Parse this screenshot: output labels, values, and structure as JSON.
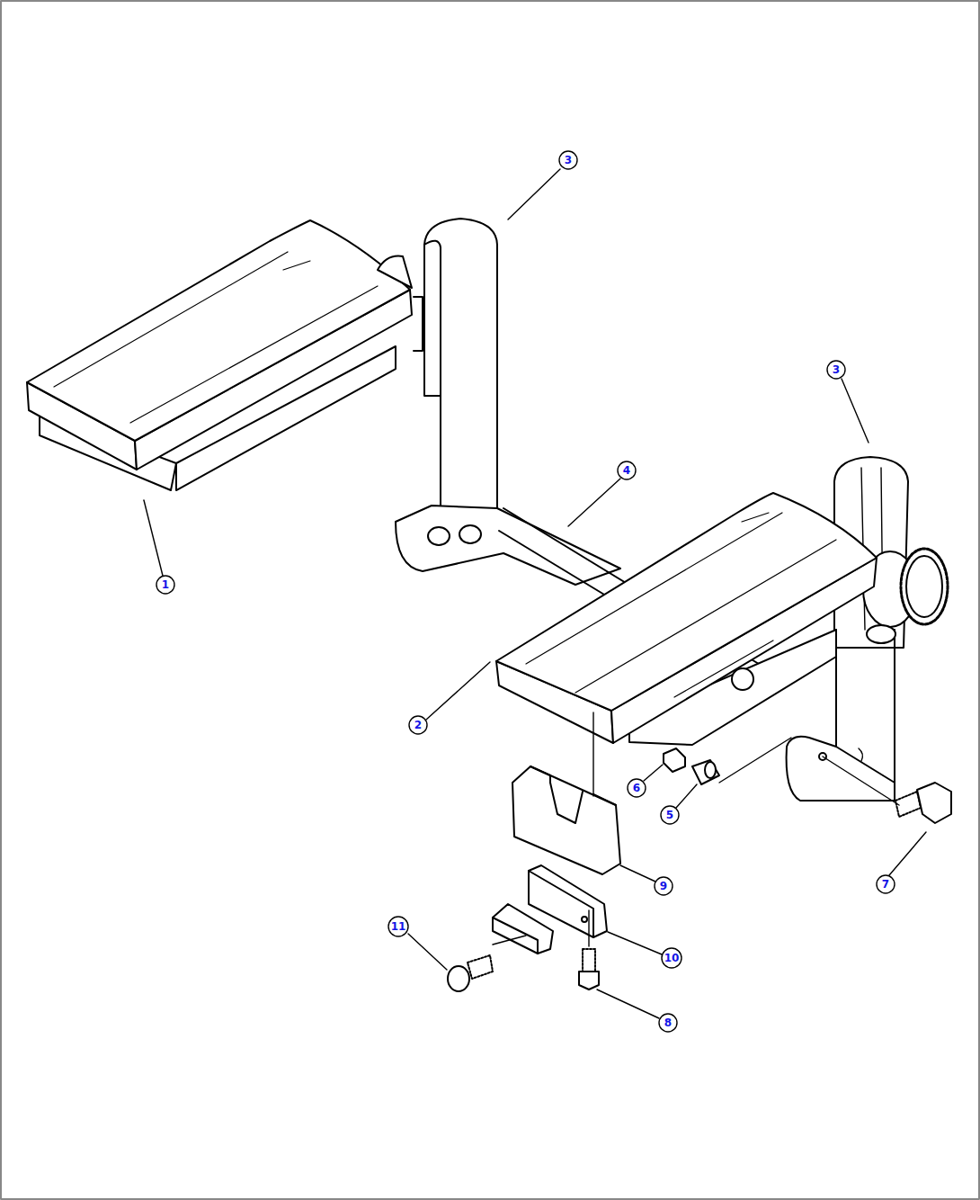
{
  "diagram": {
    "labels": [
      "3",
      "3",
      "4",
      "1",
      "2",
      "6",
      "5",
      "7",
      "9",
      "11",
      "10",
      "8"
    ]
  }
}
